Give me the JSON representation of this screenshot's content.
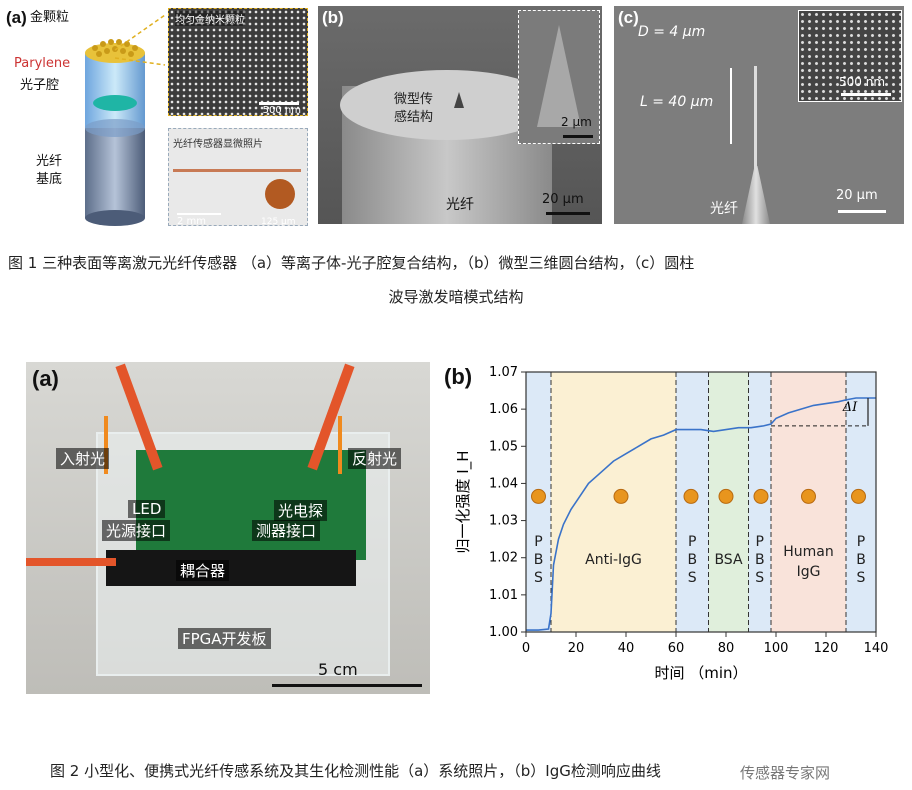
{
  "fig1": {
    "a": {
      "letter": "(a)",
      "label_gold": "金颗粒",
      "label_parylene": "Parylene",
      "label_cavity": "光子腔",
      "label_fiber1": "光纤",
      "label_fiber2": "基底",
      "sem_title": "均匀金纳米颗粒",
      "sem_scale": "500 nm",
      "photo_title": "光纤传感器显微照片",
      "photo_scale": "2 mm",
      "photo_dim": "125 μm"
    },
    "b": {
      "letter": "(b)",
      "label_struct1": "微型传",
      "label_struct2": "感结构",
      "inset_scale": "2 μm",
      "scale": "20 μm",
      "fiber_label": "光纤"
    },
    "c": {
      "letter": "(c)",
      "d_label": "D = 4 μm",
      "l_label": "L = 40 μm",
      "inset_scale": "500 nm",
      "scale": "20 μm",
      "fiber_label": "光纤"
    },
    "caption_line1": "图 1 三种表面等离激元光纤传感器 （a）等离子体-光子腔复合结构，（b）微型三维圆台结构，（c）圆柱",
    "caption_line2": "波导激发暗模式结构"
  },
  "fig2": {
    "a": {
      "letter": "(a)",
      "incident": "入射光",
      "reflected": "反射光",
      "led1": "LED",
      "led2": "光源接口",
      "det1": "光电探",
      "det2": "测器接口",
      "coupler": "耦合器",
      "fpga": "FPGA开发板",
      "scale": "5 cm"
    },
    "b": {
      "letter": "(b)",
      "delta": "ΔI",
      "segment_labels": [
        "PBS",
        "Anti-IgG",
        "PBS",
        "BSA",
        "PBS",
        "Human IgG",
        "PBS"
      ]
    },
    "caption": "图 2 小型化、便携式光纤传感系统及其生化检测性能（a）系统照片，（b）IgG检测响应曲线",
    "watermark": "传感器专家网"
  },
  "chart_data": {
    "type": "line",
    "title": "",
    "xlabel": "时间 （min）",
    "ylabel": "归一化强度 I_H",
    "xlim": [
      0,
      140
    ],
    "ylim": [
      1.0,
      1.07
    ],
    "xticks": [
      0,
      20,
      40,
      60,
      80,
      100,
      120,
      140
    ],
    "yticks": [
      1.0,
      1.01,
      1.02,
      1.03,
      1.04,
      1.05,
      1.06,
      1.07
    ],
    "ytick_labels": [
      "1.00",
      "1.01",
      "1.02",
      "1.03",
      "1.04",
      "1.05",
      "1.06",
      "1.07"
    ],
    "regions": [
      {
        "label": "PBS",
        "x0": 0,
        "x1": 10,
        "color": "#dce9f7"
      },
      {
        "label": "Anti-IgG",
        "x0": 10,
        "x1": 60,
        "color": "#fbf0d3"
      },
      {
        "label": "PBS",
        "x0": 60,
        "x1": 73,
        "color": "#dce9f7"
      },
      {
        "label": "BSA",
        "x0": 73,
        "x1": 89,
        "color": "#e0efdc"
      },
      {
        "label": "PBS",
        "x0": 89,
        "x1": 98,
        "color": "#dce9f7"
      },
      {
        "label": "Human IgG",
        "x0": 98,
        "x1": 128,
        "color": "#f9e3da"
      },
      {
        "label": "PBS",
        "x0": 128,
        "x1": 140,
        "color": "#dce9f7"
      }
    ],
    "series": [
      {
        "color": "#3a73c9",
        "x": [
          0,
          5,
          9,
          10,
          11,
          13,
          15,
          18,
          21,
          25,
          30,
          35,
          40,
          45,
          50,
          55,
          60,
          65,
          70,
          75,
          80,
          85,
          90,
          95,
          98,
          100,
          105,
          110,
          115,
          120,
          125,
          128,
          132,
          136,
          140
        ],
        "y": [
          1.0005,
          1.0005,
          1.0008,
          1.005,
          1.018,
          1.025,
          1.029,
          1.033,
          1.036,
          1.04,
          1.043,
          1.046,
          1.048,
          1.05,
          1.052,
          1.053,
          1.0545,
          1.0545,
          1.0545,
          1.054,
          1.0545,
          1.055,
          1.055,
          1.0555,
          1.056,
          1.0575,
          1.059,
          1.06,
          1.061,
          1.0615,
          1.062,
          1.0625,
          1.063,
          1.063,
          1.063
        ]
      }
    ]
  }
}
